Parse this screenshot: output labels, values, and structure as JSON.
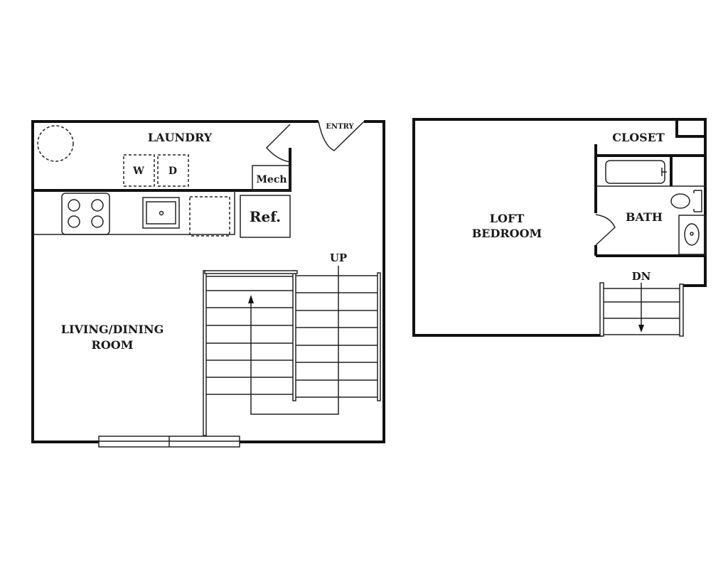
{
  "first_floor": {
    "laundry": "LAUNDRY",
    "entry": "ENTRY",
    "washer": "W",
    "dryer": "D",
    "mech": "Mech",
    "refrigerator": "Ref.",
    "stairs_up": "UP",
    "living_line1": "LIVING/DINING",
    "living_line2": "ROOM"
  },
  "loft": {
    "bedroom_line1": "LOFT",
    "bedroom_line2": "BEDROOM",
    "closet": "CLOSET",
    "bath": "BATH",
    "stairs_down": "DN"
  }
}
